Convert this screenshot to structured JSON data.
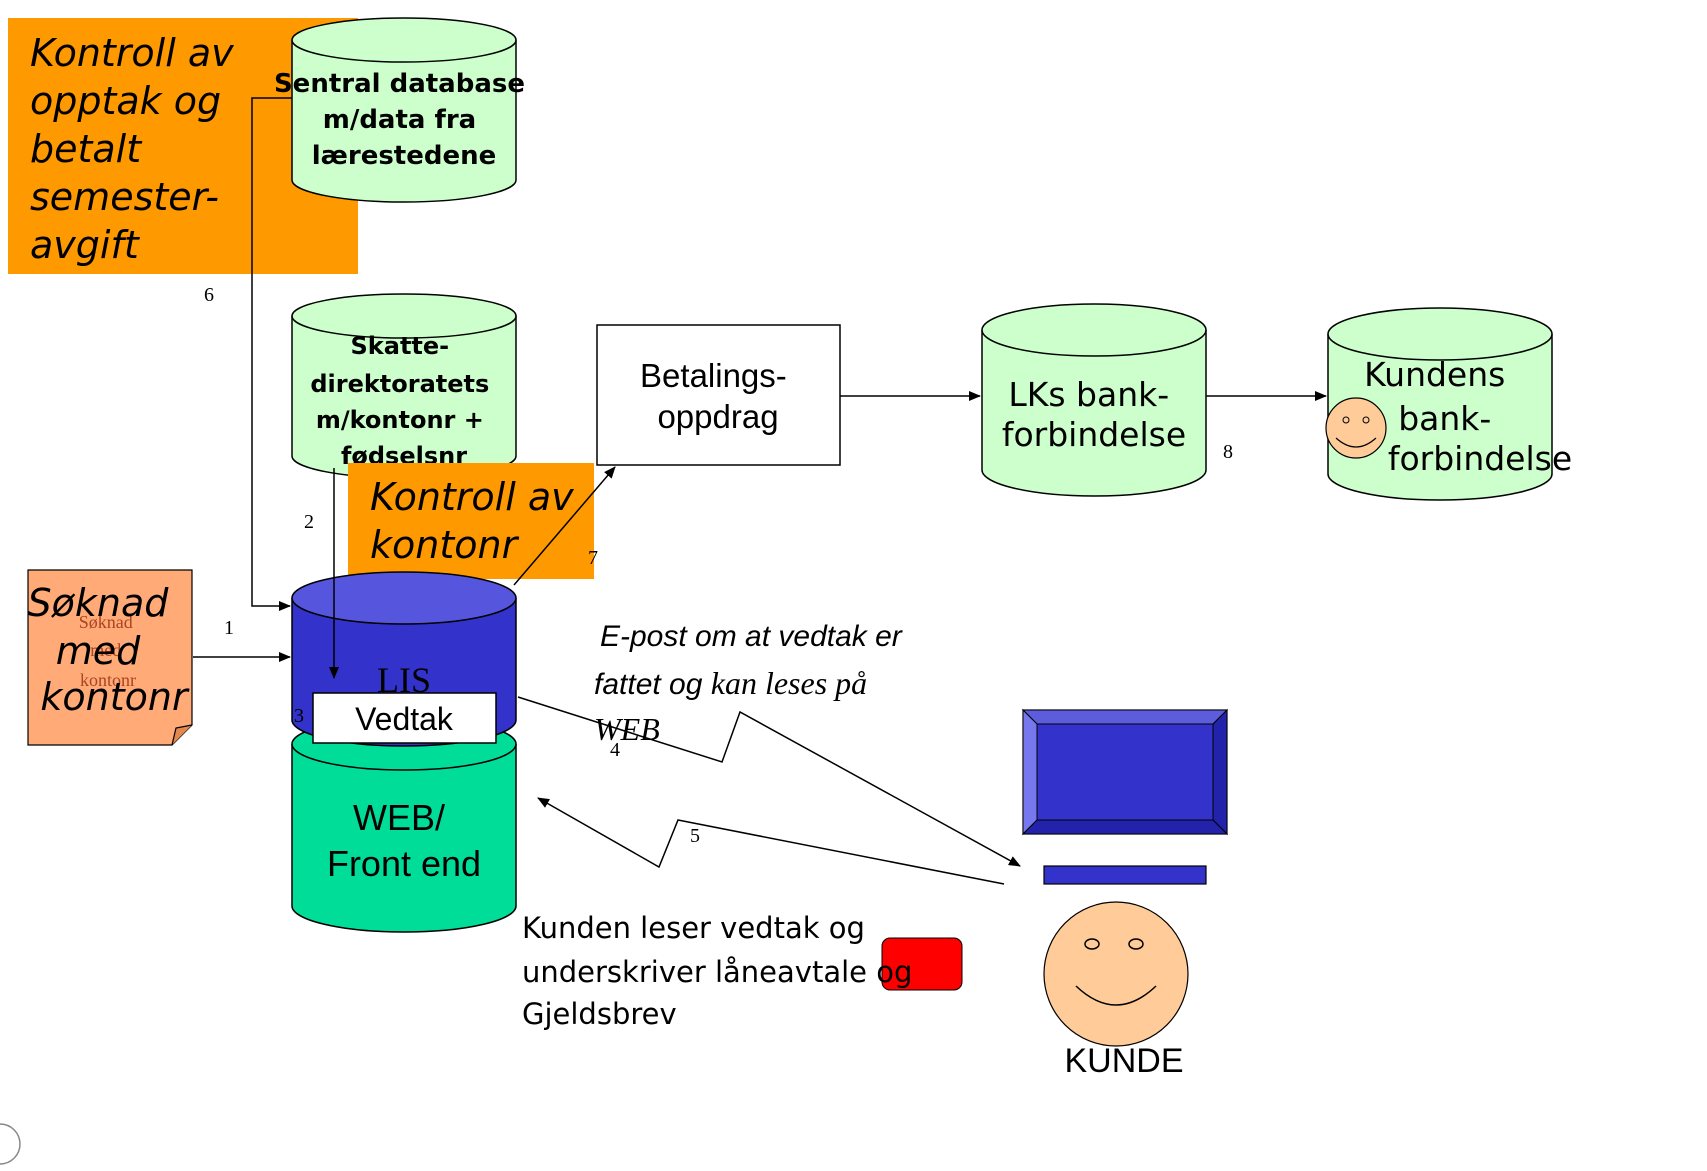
{
  "colors": {
    "orange": "#ff9900",
    "light_green": "#ccffcc",
    "blue_db": "#3333cc",
    "teal": "#00dd99",
    "note_orange": "#ffaa77",
    "face": "#ffcc99",
    "red": "#ff0000"
  },
  "notes": {
    "kontroll_opptak": [
      "Kontroll av",
      "opptak og",
      "betalt",
      "semester-",
      "avgift"
    ],
    "kontroll_kontonr": [
      "Kontroll av",
      "kontonr"
    ]
  },
  "databases": {
    "sentral": [
      "Sentral database",
      "m/data fra",
      "lærestedene"
    ],
    "skatte": [
      "Skatte-",
      "direktoratets",
      "m/kontonr +",
      "fødselsnr"
    ],
    "lks_bank": [
      "LKs bank-",
      "forbindelse"
    ],
    "kundens_bank": [
      "Kundens",
      "bank-",
      "forbindelse"
    ],
    "lis": "LIS",
    "vedtak": "Vedtak",
    "web": [
      "WEB/",
      "Front end"
    ]
  },
  "betaling": [
    "Betalings-",
    "oppdrag"
  ],
  "soknad": {
    "big": [
      "Søknad",
      "med",
      "kontonr"
    ],
    "small": [
      "Søknad",
      "med",
      "kontonr"
    ]
  },
  "email_text": {
    "line1": "E-post  om at vedtak er",
    "line2_a": "fattet og ",
    "line2_b": "kan leses på",
    "line3": "WEB"
  },
  "kunden_text": [
    "Kunden leser vedtak og",
    "underskriver  låneavtale og",
    "Gjeldsbrev"
  ],
  "kunde_label": "KUNDE",
  "step_numbers": {
    "n1": "1",
    "n2": "2",
    "n3": "3",
    "n4": "4",
    "n5": "5",
    "n6": "6",
    "n7": "7",
    "n8": "8"
  }
}
